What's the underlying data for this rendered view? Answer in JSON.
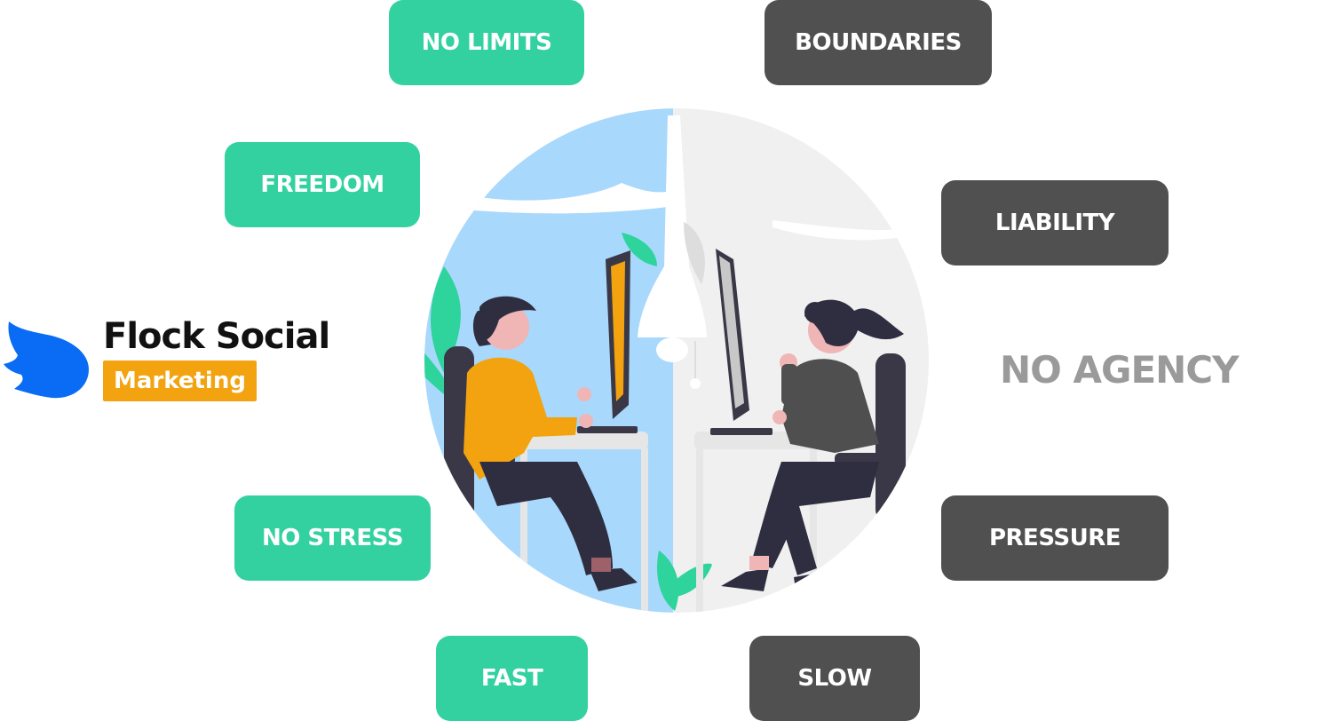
{
  "logo": {
    "name": "Flock Social",
    "tagline": "Marketing",
    "bird_color": "#0a6cf5",
    "tagline_bg": "#f2a30f"
  },
  "colors": {
    "positive": "#33d1a0",
    "negative": "#505050",
    "agency_side_bg": "#a8d8fb",
    "no_agency_side_bg": "#f0f0f0"
  },
  "positive_labels": {
    "no_limits": "NO LIMITS",
    "freedom": "FREEDOM",
    "no_stress": "NO STRESS",
    "fast": "FAST"
  },
  "negative_labels": {
    "boundaries": "BOUNDARIES",
    "liability": "LIABILITY",
    "pressure": "PRESSURE",
    "slow": "SLOW"
  },
  "no_agency_label": "NO AGENCY",
  "illustration": {
    "left_person": "man-at-computer",
    "right_person": "woman-at-computer"
  }
}
